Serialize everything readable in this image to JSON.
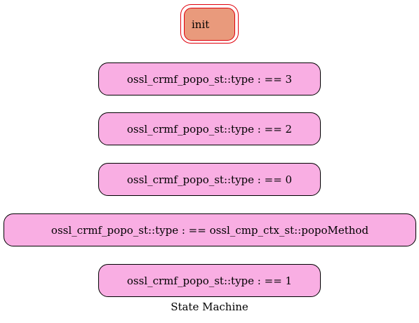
{
  "diagram": {
    "initial_state": {
      "label": "init",
      "fill": "#e99a7c",
      "border": "#e0000b"
    },
    "state_fill": "#f9aee3",
    "states": [
      {
        "label": "ossl_crmf_popo_st::type : == 3"
      },
      {
        "label": "ossl_crmf_popo_st::type : == 2"
      },
      {
        "label": "ossl_crmf_popo_st::type : == 0"
      },
      {
        "label": "ossl_crmf_popo_st::type : == ossl_cmp_ctx_st::popoMethod"
      },
      {
        "label": "ossl_crmf_popo_st::type : == 1"
      }
    ],
    "caption": "State Machine"
  }
}
